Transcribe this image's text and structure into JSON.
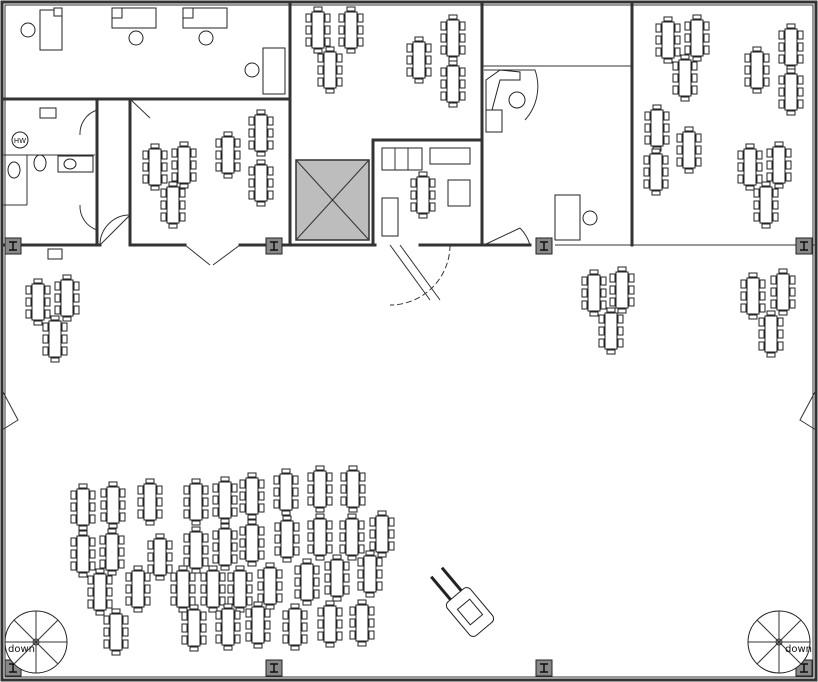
{
  "labels": {
    "water_heater": "HW",
    "stair_down_left": "down",
    "stair_down_right": "down"
  },
  "colors": {
    "wall": "#333333",
    "elevator_fill": "#bdbdbd",
    "furniture": "#222222",
    "background": "#ffffff"
  },
  "icons": [
    "column-icon",
    "table-with-chairs-icon",
    "desk-icon",
    "office-chair-icon",
    "toilet-icon",
    "sink-icon",
    "forklift-icon",
    "spiral-stair-icon",
    "elevator-icon"
  ]
}
